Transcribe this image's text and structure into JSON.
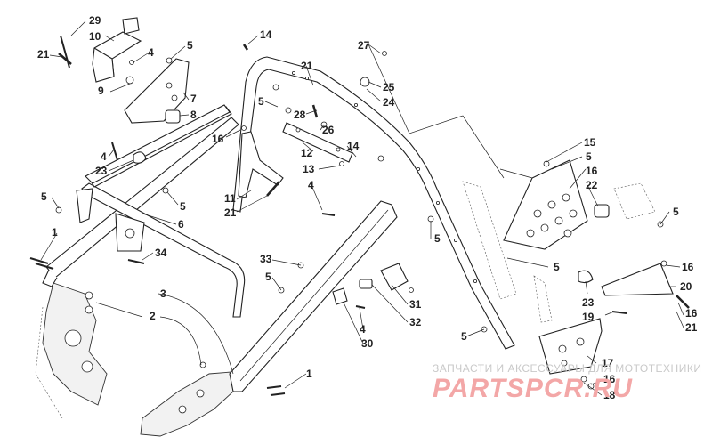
{
  "diagram": {
    "callouts": [
      {
        "id": "c29",
        "label": "29"
      },
      {
        "id": "c10",
        "label": "10"
      },
      {
        "id": "c21a",
        "label": "21"
      },
      {
        "id": "c4a",
        "label": "4"
      },
      {
        "id": "c5a",
        "label": "5"
      },
      {
        "id": "c9",
        "label": "9"
      },
      {
        "id": "c7",
        "label": "7"
      },
      {
        "id": "c8",
        "label": "8"
      },
      {
        "id": "c14a",
        "label": "14"
      },
      {
        "id": "c21b",
        "label": "21"
      },
      {
        "id": "c27",
        "label": "27"
      },
      {
        "id": "c25",
        "label": "25"
      },
      {
        "id": "c24",
        "label": "24"
      },
      {
        "id": "c5b",
        "label": "5"
      },
      {
        "id": "c28",
        "label": "28"
      },
      {
        "id": "c26",
        "label": "26"
      },
      {
        "id": "c16a",
        "label": "16"
      },
      {
        "id": "c12",
        "label": "12"
      },
      {
        "id": "c14b",
        "label": "14"
      },
      {
        "id": "c13",
        "label": "13"
      },
      {
        "id": "c4b",
        "label": "4"
      },
      {
        "id": "c23a",
        "label": "23"
      },
      {
        "id": "c5c",
        "label": "5"
      },
      {
        "id": "c5d",
        "label": "5"
      },
      {
        "id": "c6",
        "label": "6"
      },
      {
        "id": "c11",
        "label": "11"
      },
      {
        "id": "c21c",
        "label": "21"
      },
      {
        "id": "c4c",
        "label": "4"
      },
      {
        "id": "c1a",
        "label": "1"
      },
      {
        "id": "c34",
        "label": "34"
      },
      {
        "id": "c3",
        "label": "3"
      },
      {
        "id": "c2",
        "label": "2"
      },
      {
        "id": "c33",
        "label": "33"
      },
      {
        "id": "c5e",
        "label": "5"
      },
      {
        "id": "c31",
        "label": "31"
      },
      {
        "id": "c32",
        "label": "32"
      },
      {
        "id": "c4d",
        "label": "4"
      },
      {
        "id": "c30",
        "label": "30"
      },
      {
        "id": "c1b",
        "label": "1"
      },
      {
        "id": "c15",
        "label": "15"
      },
      {
        "id": "c5f",
        "label": "5"
      },
      {
        "id": "c16b",
        "label": "16"
      },
      {
        "id": "c22",
        "label": "22"
      },
      {
        "id": "c5g",
        "label": "5"
      },
      {
        "id": "c5h",
        "label": "5"
      },
      {
        "id": "c5i",
        "label": "5"
      },
      {
        "id": "c16c",
        "label": "16"
      },
      {
        "id": "c23b",
        "label": "23"
      },
      {
        "id": "c20",
        "label": "20"
      },
      {
        "id": "c19",
        "label": "19"
      },
      {
        "id": "c16d",
        "label": "16"
      },
      {
        "id": "c21d",
        "label": "21"
      },
      {
        "id": "c5j",
        "label": "5"
      },
      {
        "id": "c17",
        "label": "17"
      },
      {
        "id": "c16e",
        "label": "16"
      },
      {
        "id": "c18",
        "label": "18"
      }
    ]
  },
  "watermark": {
    "tagline": "ЗАПЧАСТИ И АКСЕССУАРЫ ДЛЯ МОТОТЕХНИКИ",
    "brand": "PARTSPCR.RU"
  }
}
